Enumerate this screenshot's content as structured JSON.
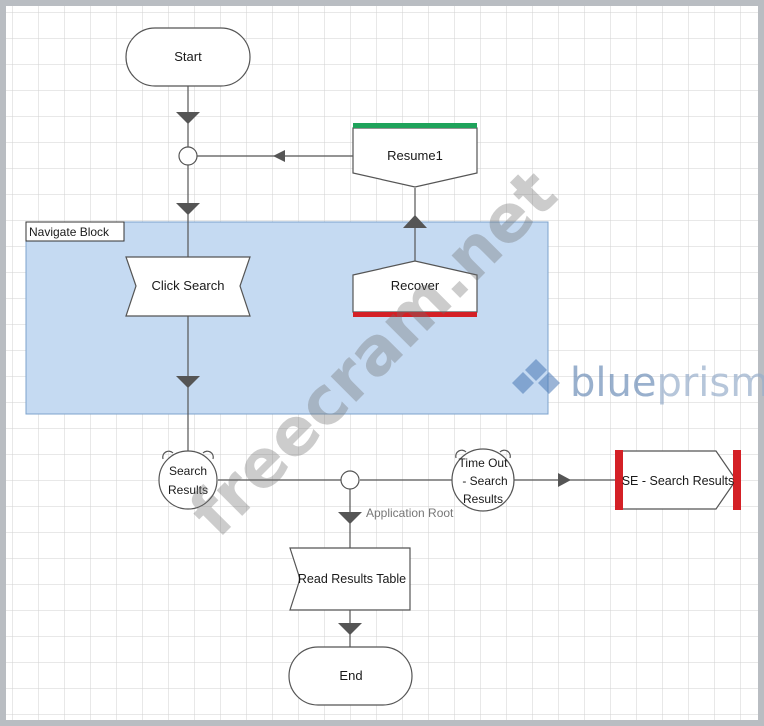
{
  "stages": {
    "start": "Start",
    "resume": "Resume1",
    "block": "Navigate Block",
    "click_search": "Click Search",
    "recover": "Recover",
    "wait1_line1": "Search",
    "wait1_line2": "Results",
    "timeout_line1": "Time Out",
    "timeout_line2": "- Search",
    "timeout_line3": "Results",
    "exception": "SE - Search Results",
    "link_label": "Application Root",
    "read_table": "Read Results Table",
    "end": "End"
  },
  "watermark": {
    "site": "freecram.net",
    "brand_blue": "blue",
    "brand_prism": "prism"
  },
  "colors": {
    "block_fill": "#c5daf2",
    "resume_bar": "#1fa35b",
    "recover_bar": "#d42026",
    "exception_bar": "#d42026",
    "grid": "#d2d2d2"
  }
}
